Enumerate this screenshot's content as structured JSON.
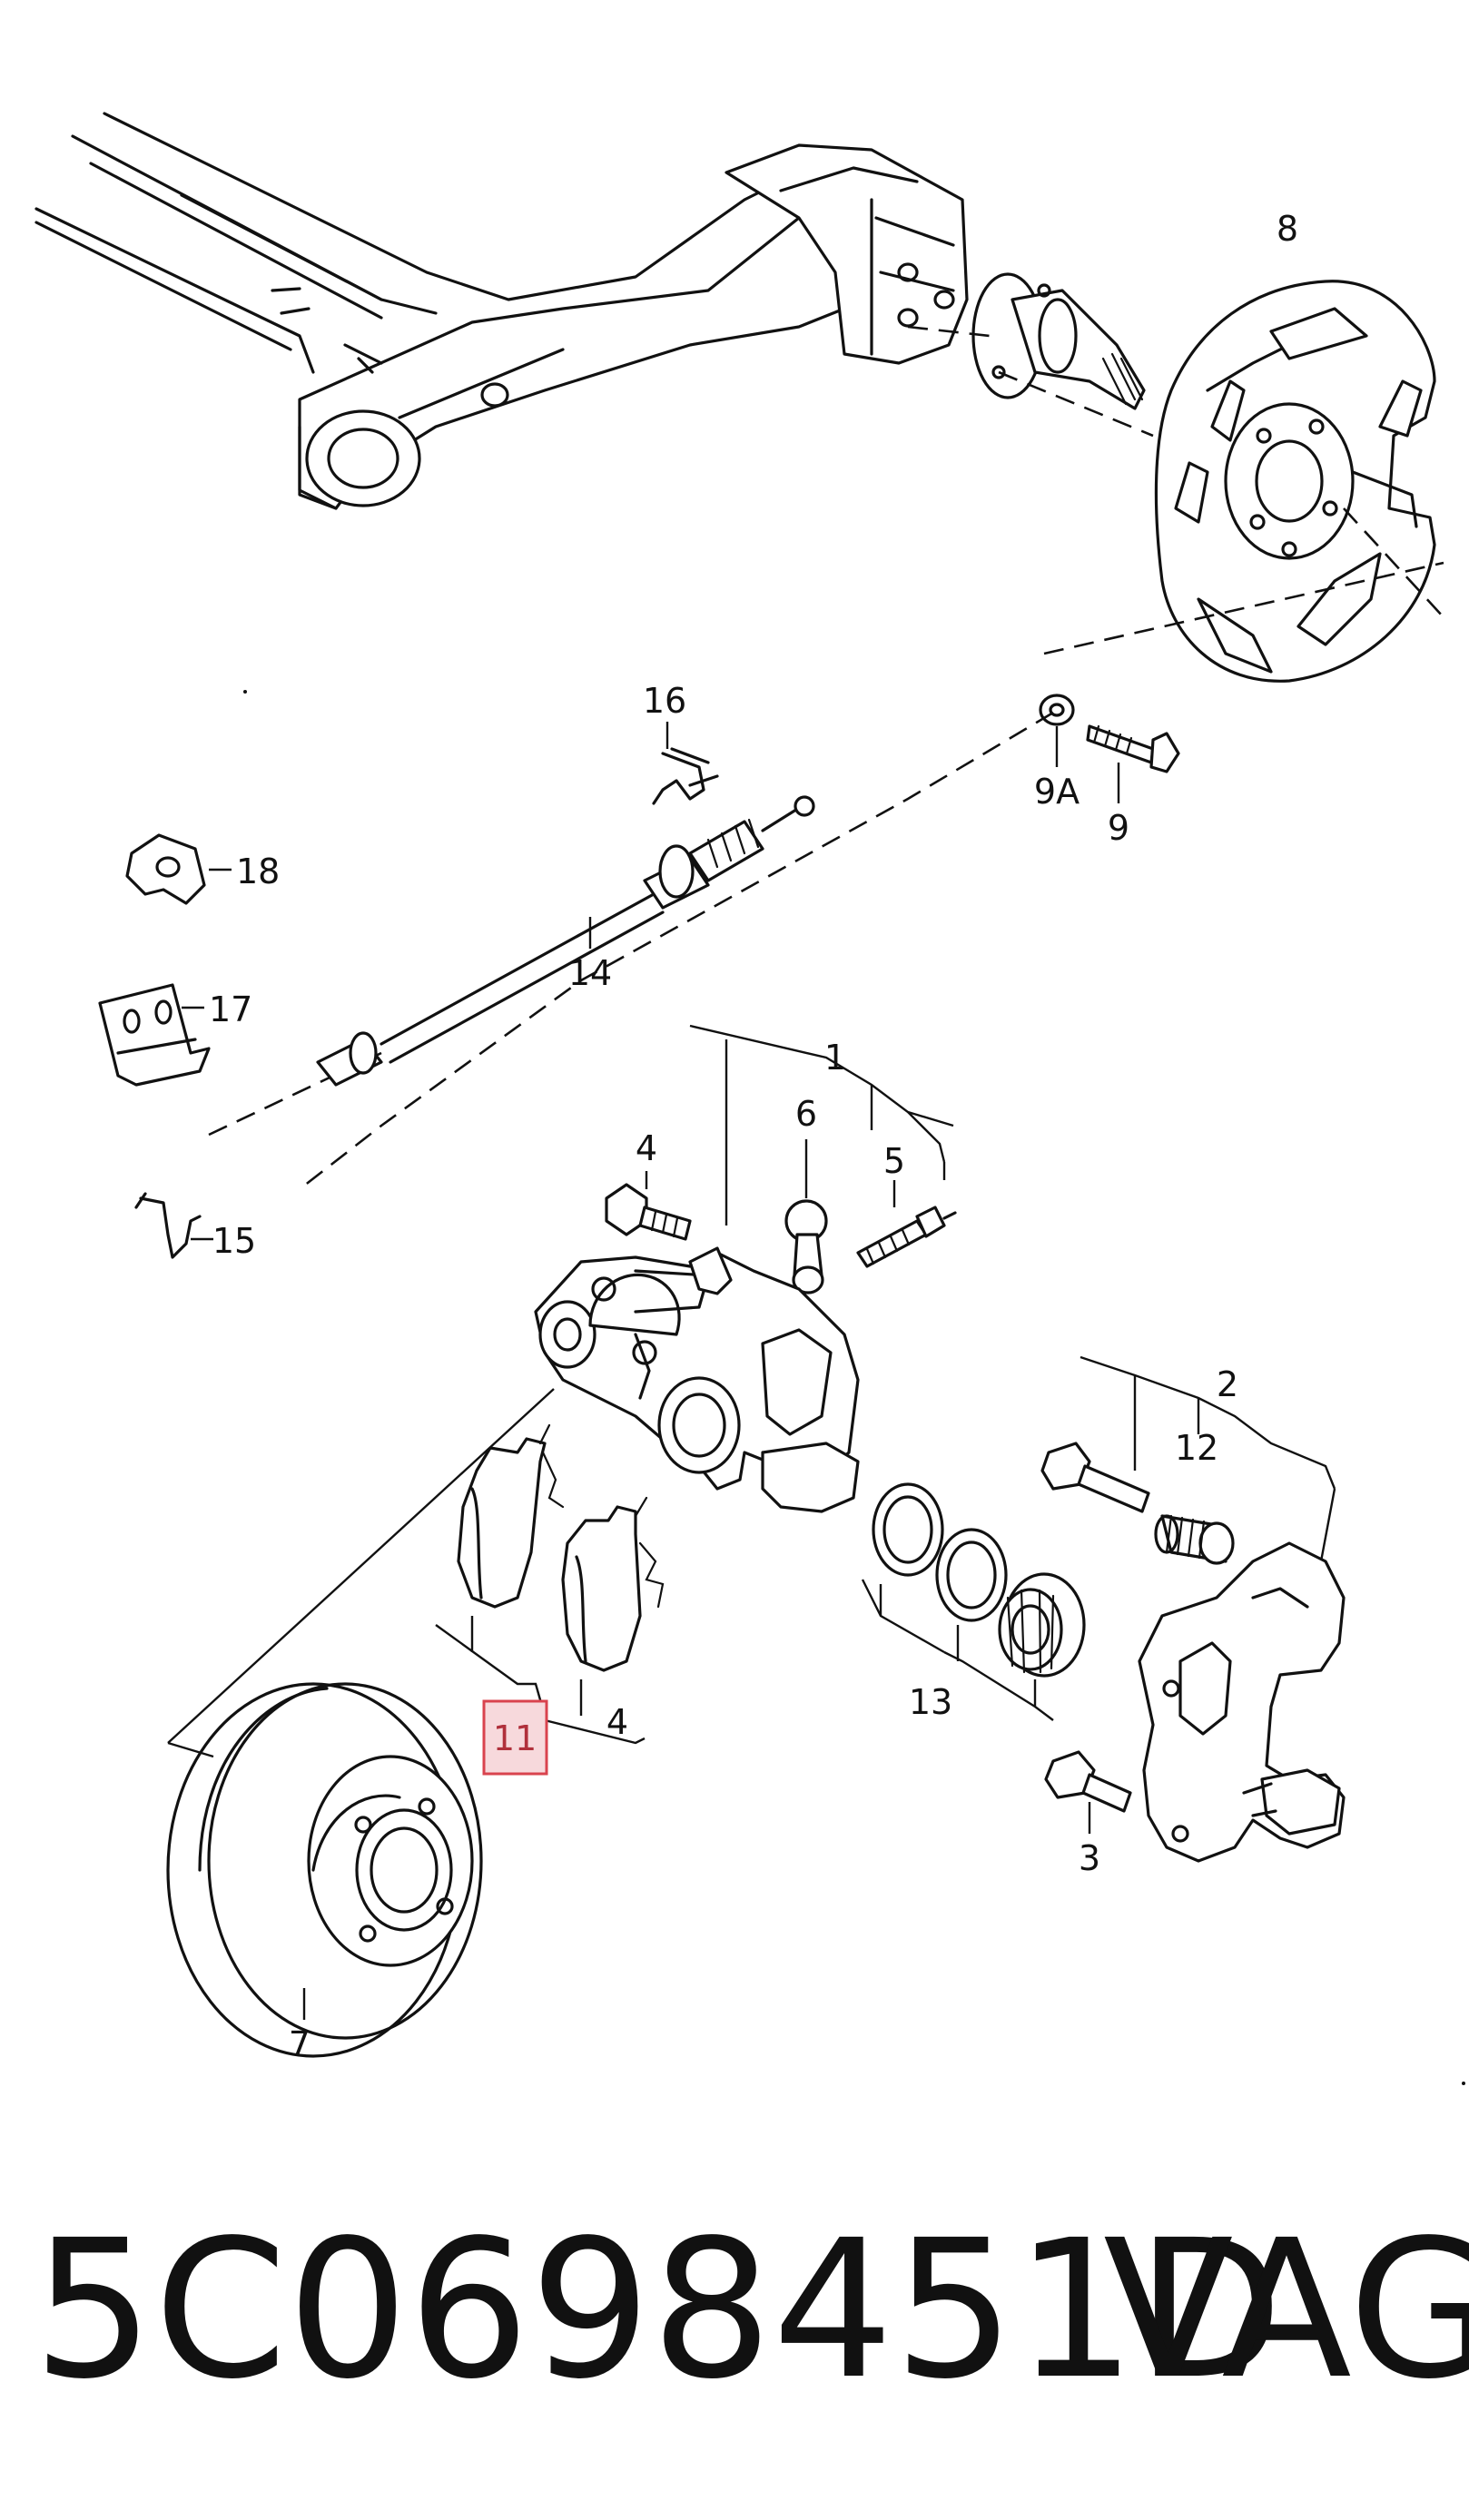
{
  "diagram": {
    "callouts": [
      {
        "id": "1",
        "label": "1"
      },
      {
        "id": "2",
        "label": "2"
      },
      {
        "id": "3",
        "label": "3"
      },
      {
        "id": "4a",
        "label": "4"
      },
      {
        "id": "4b",
        "label": "4"
      },
      {
        "id": "5",
        "label": "5"
      },
      {
        "id": "6",
        "label": "6"
      },
      {
        "id": "7",
        "label": "7"
      },
      {
        "id": "8",
        "label": "8"
      },
      {
        "id": "9",
        "label": "9"
      },
      {
        "id": "9A",
        "label": "9A"
      },
      {
        "id": "11",
        "label": "11",
        "highlighted": true
      },
      {
        "id": "12",
        "label": "12"
      },
      {
        "id": "13",
        "label": "13"
      },
      {
        "id": "14",
        "label": "14"
      },
      {
        "id": "15",
        "label": "15"
      },
      {
        "id": "16",
        "label": "16"
      },
      {
        "id": "17",
        "label": "17"
      },
      {
        "id": "18",
        "label": "18"
      }
    ],
    "highlight_color": "#d9434e"
  },
  "footer": {
    "part_number": "5C0698451D",
    "brand": "VAG"
  }
}
